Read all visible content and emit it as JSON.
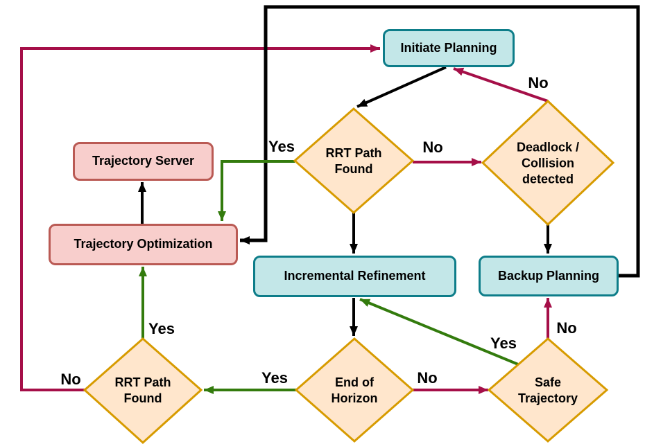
{
  "nodes": {
    "initiate_planning": {
      "label": "Initiate Planning"
    },
    "rrt_path_found_top": {
      "label": "RRT Path\nFound"
    },
    "deadlock_collision": {
      "label": "Deadlock /\nCollision\ndetected"
    },
    "trajectory_server": {
      "label": "Trajectory Server"
    },
    "trajectory_optimization": {
      "label": "Trajectory Optimization"
    },
    "incremental_refinement": {
      "label": "Incremental Refinement"
    },
    "backup_planning": {
      "label": "Backup Planning"
    },
    "end_of_horizon": {
      "label": "End of\nHorizon"
    },
    "safe_trajectory": {
      "label": "Safe\nTrajectory"
    },
    "rrt_path_found_bottom": {
      "label": "RRT Path\nFound"
    }
  },
  "edge_labels": {
    "rrt_top_yes": "Yes",
    "rrt_top_no": "No",
    "deadlock_no": "No",
    "rrt_bottom_yes": "Yes",
    "rrt_bottom_no": "No",
    "end_horizon_yes": "Yes",
    "end_horizon_no": "No",
    "safe_yes": "Yes",
    "safe_no": "No"
  },
  "colors": {
    "process_fill": "#c3e7e8",
    "process_border": "#0d7d89",
    "highlight_fill": "#f8cecc",
    "highlight_border": "#ba5a54",
    "decision_fill": "#ffe6cc",
    "decision_border": "#d79b00",
    "edge_black": "#000000",
    "edge_crimson": "#a50f48",
    "edge_green": "#337b0d"
  }
}
